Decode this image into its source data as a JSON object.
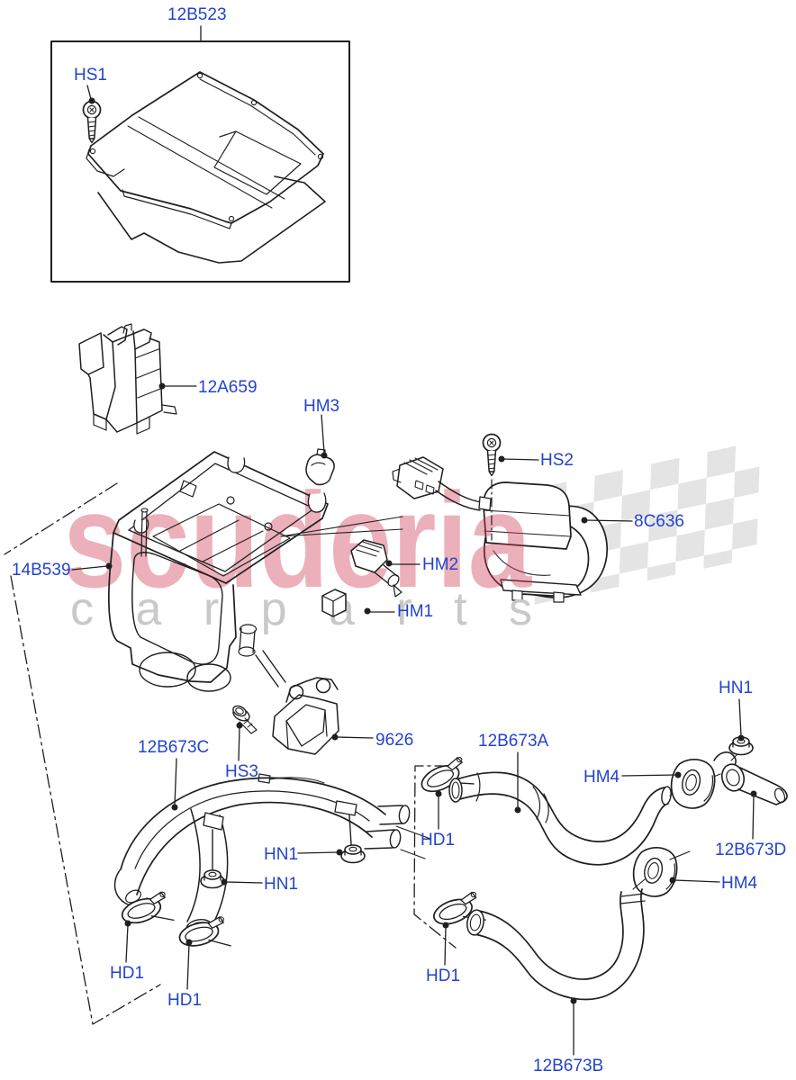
{
  "diagram": {
    "type": "exploded-parts-diagram",
    "watermark": {
      "brand_top": "scuderia",
      "brand_bottom": "carparts"
    },
    "colors": {
      "label_blue": "#2443cc",
      "line_black": "#1f1f1f",
      "watermark_red": "#d03a54",
      "watermark_gray": "#c9c9c9",
      "flag_gray": "#e4e4e4",
      "background": "#ffffff"
    },
    "labels": [
      {
        "id": "12B523",
        "text": "12B523"
      },
      {
        "id": "HS1",
        "text": "HS1"
      },
      {
        "id": "12A659",
        "text": "12A659"
      },
      {
        "id": "HM3",
        "text": "HM3"
      },
      {
        "id": "HS2",
        "text": "HS2"
      },
      {
        "id": "8C636",
        "text": "8C636"
      },
      {
        "id": "14B539",
        "text": "14B539"
      },
      {
        "id": "HM2",
        "text": "HM2"
      },
      {
        "id": "HM1",
        "text": "HM1"
      },
      {
        "id": "9626",
        "text": "9626"
      },
      {
        "id": "12B673C",
        "text": "12B673C"
      },
      {
        "id": "HS3",
        "text": "HS3"
      },
      {
        "id": "HN1-a",
        "text": "HN1"
      },
      {
        "id": "HN1-b",
        "text": "HN1"
      },
      {
        "id": "12B673A",
        "text": "12B673A"
      },
      {
        "id": "HM4-a",
        "text": "HM4"
      },
      {
        "id": "HN1-c",
        "text": "HN1"
      },
      {
        "id": "HD1-a",
        "text": "HD1"
      },
      {
        "id": "12B673D",
        "text": "12B673D"
      },
      {
        "id": "HM4-b",
        "text": "HM4"
      },
      {
        "id": "HD1-b",
        "text": "HD1"
      },
      {
        "id": "HD1-c",
        "text": "HD1"
      },
      {
        "id": "HD1-d",
        "text": "HD1"
      },
      {
        "id": "12B673B",
        "text": "12B673B"
      }
    ]
  }
}
